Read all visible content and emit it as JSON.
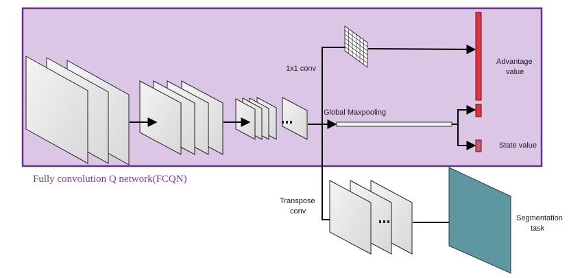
{
  "labels": {
    "network_title": "Fully convolution Q network(FCQN)",
    "conv1x1": "1x1 conv",
    "global_pool": "Global Maxpooling",
    "advantage_line1": "Advantage",
    "advantage_line2": "value",
    "state_value": "State value",
    "transpose_line1": "Transpose",
    "transpose_line2": "conv",
    "segmentation_line1": "Segmentation",
    "segmentation_line2": "task"
  },
  "colors": {
    "network_fill": "#dcc6e6",
    "network_border": "#6a2c91",
    "advantage_bar": "#e8303c",
    "state_bar": "#c85a6a",
    "segmentation_plane": "#5e97a0",
    "arrow": "#000000",
    "title_text": "#7a3d9a"
  }
}
